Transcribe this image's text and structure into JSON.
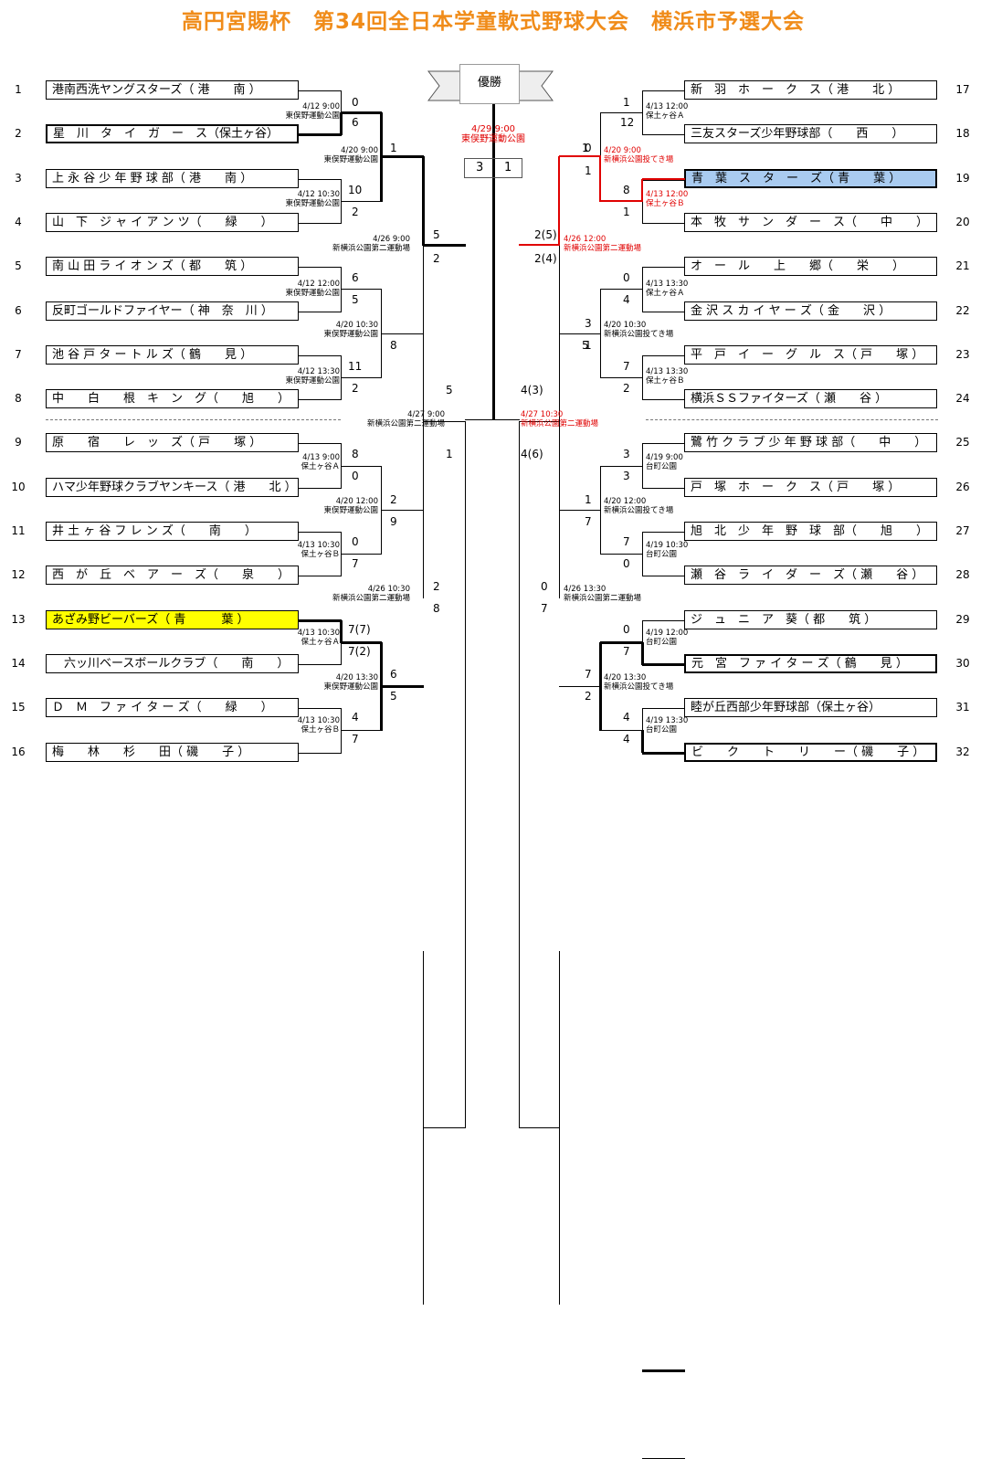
{
  "title": "高円宮賜杯　第34回全日本学童軟式野球大会　横浜市予選大会",
  "champion_label": "優勝",
  "final": {
    "info": [
      "4/29 9:00",
      "東俣野運動公園"
    ],
    "score_left": "3",
    "score_right": "1"
  },
  "teams": [
    {
      "seed": "1",
      "name": "港南西洗ヤングスターズ（ 港　　南 ）"
    },
    {
      "seed": "2",
      "name": "星　川　タ　イ　ガ　ー　ス（保土ヶ谷）"
    },
    {
      "seed": "3",
      "name": "上 永 谷 少 年 野 球 部（ 港　　南 ）"
    },
    {
      "seed": "4",
      "name": "山　下　ジ ャ イ ア ン ツ（　　緑　　）"
    },
    {
      "seed": "5",
      "name": "南 山 田 ラ イ オ ン ズ（ 都　　筑 ）"
    },
    {
      "seed": "6",
      "name": "反町ゴールドファイヤー（ 神　奈　川 ）"
    },
    {
      "seed": "7",
      "name": "池 谷 戸 タ ー ト ル ズ（ 鶴　　見 ）"
    },
    {
      "seed": "8",
      "name": "中　　白　　根　キ　ン　グ（　　旭　　）"
    },
    {
      "seed": "9",
      "name": "原　　宿　　レ　ッ　ズ（ 戸　　塚 ）"
    },
    {
      "seed": "10",
      "name": "ハマ少年野球クラブヤンキース（ 港　　北 ）"
    },
    {
      "seed": "11",
      "name": "井 土 ヶ 谷 フ レ ン ズ（　　南　　）"
    },
    {
      "seed": "12",
      "name": "西　が　丘　ベ　ア　ー　ズ（　　泉　　）"
    },
    {
      "seed": "13",
      "name": "あざみ野ビーバーズ（ 青　　　葉 ）"
    },
    {
      "seed": "14",
      "name": "　六ッ川ベースボールクラブ（　　南　　）"
    },
    {
      "seed": "15",
      "name": "Ｄ　Ｍ　フ ァ イ タ ー ズ（　　緑　　）"
    },
    {
      "seed": "16",
      "name": "梅　　林　　杉　　田（ 磯　　子 ）"
    },
    {
      "seed": "17",
      "name": "新　羽　ホ　ー　ク　ス（ 港　　北 ）"
    },
    {
      "seed": "18",
      "name": "三友スターズ少年野球部（　　西　　）"
    },
    {
      "seed": "19",
      "name": "青　葉　ス　タ　ー　ズ（ 青　　葉 ）"
    },
    {
      "seed": "20",
      "name": "本　牧　サ　ン　ダ　ー　ス（　　中　　）"
    },
    {
      "seed": "21",
      "name": "オ　ー　ル　　上　　郷（　　栄　　）"
    },
    {
      "seed": "22",
      "name": "金 沢 ス カ イ ヤ ー ズ（ 金　　沢 ）"
    },
    {
      "seed": "23",
      "name": "平　戸　イ　ー　グ　ル　ス（ 戸　　塚 ）"
    },
    {
      "seed": "24",
      "name": "横浜ＳＳファイターズ（ 瀬　　谷 ）"
    },
    {
      "seed": "25",
      "name": "鷺 竹 ク ラ ブ 少 年 野 球 部（　　中　　）"
    },
    {
      "seed": "26",
      "name": "戸　塚　ホ　ー　ク　ス（ 戸　　塚 ）"
    },
    {
      "seed": "27",
      "name": "旭　北　少　年　野　球　部（　　旭　　）"
    },
    {
      "seed": "28",
      "name": "瀬　谷　ラ　イ　ダ　ー　ズ（ 瀬　　谷 ）"
    },
    {
      "seed": "29",
      "name": "ジ　ュ　ニ　ア　葵（ 都　　筑 ）"
    },
    {
      "seed": "30",
      "name": "元　宮　フ ァ イ タ ー ズ（ 鶴　　見 ）"
    },
    {
      "seed": "31",
      "name": "睦が丘西部少年野球部（保土ヶ谷）"
    },
    {
      "seed": "32",
      "name": "ビ　　ク　　ト　　リ　　ー（ 磯　　子 ）"
    }
  ],
  "scores": [
    "0",
    "6",
    "10",
    "2",
    "6",
    "5",
    "11",
    "2",
    "8",
    "0",
    "0",
    "7",
    "7(7)",
    "7(2)",
    "4",
    "7",
    "1",
    "12",
    "8",
    "1",
    "0",
    "4",
    "7",
    "2",
    "3",
    "3",
    "7",
    "0",
    "0",
    "7",
    "4",
    "4",
    "1",
    "8",
    "1",
    "5",
    "2",
    "9",
    "6",
    "5",
    "0",
    "1",
    "3",
    "1",
    "1",
    "7",
    "7",
    "2",
    "5",
    "2",
    "2",
    "8",
    "2(5)",
    "2(4)",
    "0",
    "7",
    "5",
    "1",
    "4(3)",
    "4(6)"
  ],
  "game_info": [
    "4/12 9:00\n東俣野運動公園",
    "4/12 10:30\n東俣野運動公園",
    "4/12 12:00\n東俣野運動公園",
    "4/12 13:30\n東俣野運動公園",
    "4/13 9:00\n保土ヶ谷Ａ",
    "4/13 10:30\n保土ヶ谷Ｂ",
    "4/13 10:30\n保土ヶ谷Ａ",
    "4/13 10:30\n保土ヶ谷Ｂ",
    "4/13 12:00\n保土ヶ谷Ａ",
    "4/13 12:00\n保土ヶ谷Ｂ",
    "4/13 13:30\n保土ヶ谷Ａ",
    "4/13 13:30\n保土ヶ谷Ｂ",
    "4/19 9:00\n台町公園",
    "4/19 10:30\n台町公園",
    "4/19 12:00\n台町公園",
    "4/19 13:30\n台町公園",
    "4/20 9:00\n東俣野運動公園",
    "4/20 10:30\n東俣野運動公園",
    "4/20 12:00\n東俣野運動公園",
    "4/20 13:30\n東俣野運動公園",
    "4/20 9:00\n新横浜公園投てき場",
    "4/20 10:30\n新横浜公園投てき場",
    "4/20 12:00\n新横浜公園投てき場",
    "4/20 13:30\n新横浜公園投てき場",
    "4/26 9:00\n新横浜公園第二運動場",
    "4/26 10:30\n新横浜公園第二運動場",
    "4/26 12:00\n新横浜公園第二運動場",
    "4/26 13:30\n新横浜公園第二運動場",
    "4/27 9:00\n新横浜公園第二運動場",
    "4/27 10:30\n新横浜公園第二運動場"
  ]
}
